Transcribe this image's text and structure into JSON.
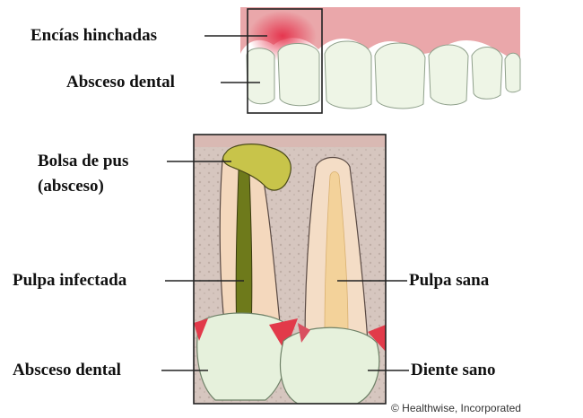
{
  "labels": {
    "swollen_gums": "Encías hinchadas",
    "abscess_top": "Absceso dental",
    "pus_pocket_line1": "Bolsa de pus",
    "pus_pocket_line2": "(absceso)",
    "infected_pulp": "Pulpa infectada",
    "healthy_pulp": "Pulpa sana",
    "abscess_bottom": "Absceso dental",
    "healthy_tooth": "Diente sano"
  },
  "copyright": "© Healthwise, Incorporated",
  "colors": {
    "gum": "#e9a4a8",
    "inflamed_gum": "#e23a4a",
    "enamel": "#eaf3e2",
    "bone": "#d8c8c0",
    "pulp_healthy": "#f3d29a",
    "pulp_infected": "#6f7a1c",
    "pus": "#c5c24a",
    "frame": "#222222"
  }
}
